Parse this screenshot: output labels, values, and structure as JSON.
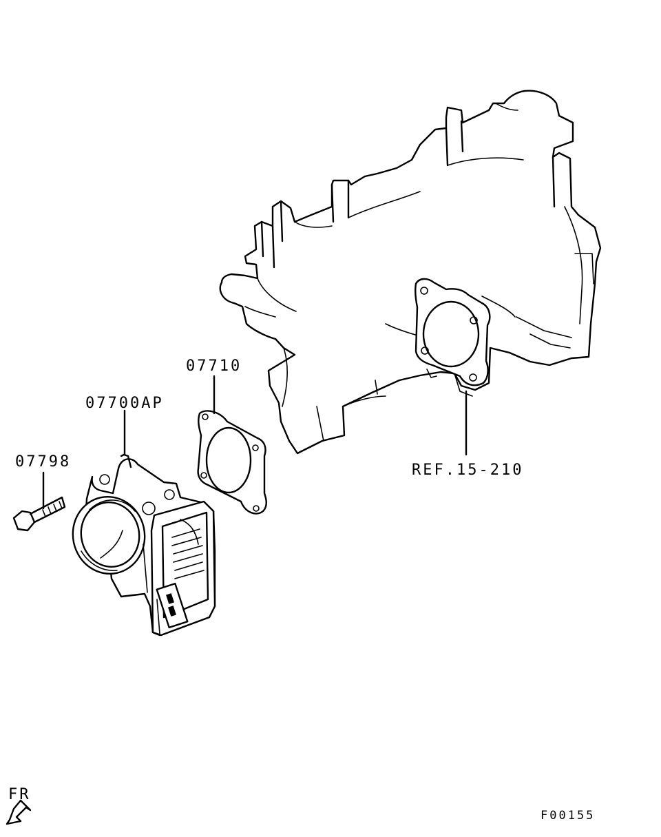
{
  "labels": {
    "gasket": "07710",
    "throttle_body": "07700AP",
    "bolt": "07798",
    "ref": "REF.15-210",
    "direction": "FR",
    "figure_code": "F00155"
  },
  "icons": {
    "direction_arrow": "arrow-down-left-icon"
  },
  "colors": {
    "line": "#000000",
    "background": "#ffffff"
  }
}
